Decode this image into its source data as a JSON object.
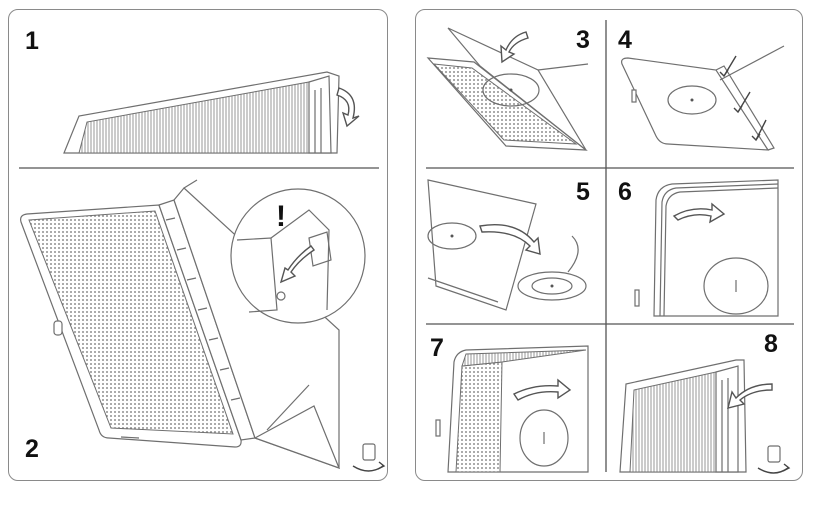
{
  "steps": [
    {
      "number": "1"
    },
    {
      "number": "2"
    },
    {
      "number": "3"
    },
    {
      "number": "4"
    },
    {
      "number": "5"
    },
    {
      "number": "6"
    },
    {
      "number": "7"
    },
    {
      "number": "8"
    }
  ],
  "warning": {
    "symbol": "!"
  },
  "icons": [
    "rotate-device-icon",
    "rotate-device-icon"
  ],
  "colors": {
    "outline": "#6f6f6f",
    "panel_border": "#8a8a8a",
    "text": "#111111"
  }
}
